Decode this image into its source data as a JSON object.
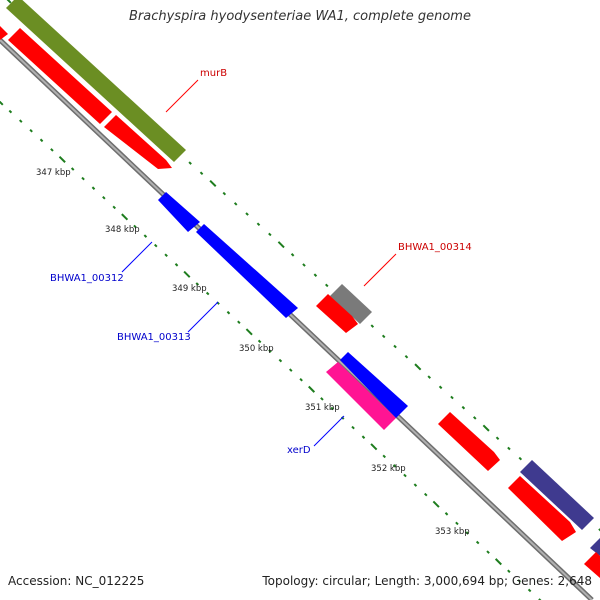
{
  "title": "Brachyspira hyodysenteriae WA1, complete genome",
  "footer": {
    "accession": "Accession: NC_012225",
    "topology": "Topology: circular; Length: 3,000,694 bp; Genes: 2,648"
  },
  "ruler_labels": [
    "347 kbp",
    "348 kbp",
    "349 kbp",
    "350 kbp",
    "351 kbp",
    "352 kbp",
    "353 kbp"
  ],
  "gene_labels": {
    "murB": "murB",
    "bhwa1_00314": "BHWA1_00314",
    "bhwa1_00312": "BHWA1_00312",
    "bhwa1_00313": "BHWA1_00313",
    "xerD": "xerD"
  },
  "colors": {
    "backbone": "#8a8a8a",
    "tick_green": "#1e7d1e",
    "gene_red": "#ff0000",
    "gene_blue": "#0000ff",
    "gene_green": "#6b8e23",
    "gene_gray": "#808080",
    "gene_pink": "#ff1493",
    "gene_purple": "#3f3a8f"
  }
}
